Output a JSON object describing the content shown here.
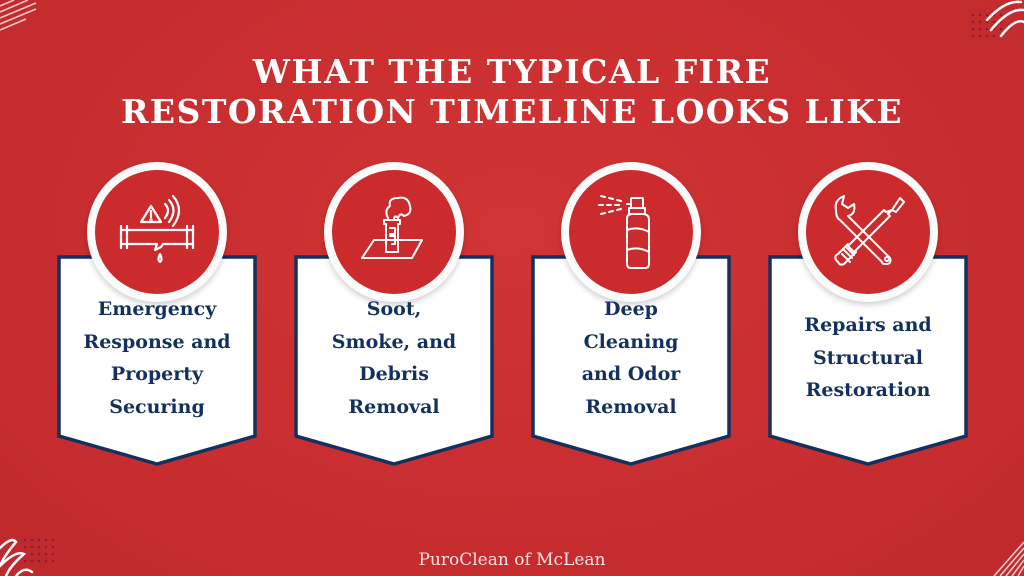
{
  "header": {
    "title_line1": "WHAT THE TYPICAL FIRE",
    "title_line2": "RESTORATION TIMELINE LOOKS LIKE"
  },
  "colors": {
    "background": "#c92d2f",
    "card_border": "#14305e",
    "card_fill": "#ffffff",
    "icon_circle": "#cc2b2d",
    "text_navy": "#14305e"
  },
  "steps": [
    {
      "icon": "leaking-pipe-warning-icon",
      "label": "Emergency Response and Property Securing",
      "lines": [
        "Emergency",
        "Response and",
        "Property",
        "Securing"
      ]
    },
    {
      "icon": "chimney-smoke-icon",
      "label": "Soot, Smoke, and Debris Removal",
      "lines": [
        "Soot,",
        "Smoke, and",
        "Debris",
        "Removal"
      ]
    },
    {
      "icon": "spray-bottle-icon",
      "label": "Deep Cleaning and Odor Removal",
      "lines": [
        "Deep",
        "Cleaning",
        "and Odor",
        "Removal"
      ]
    },
    {
      "icon": "wrench-screwdriver-icon",
      "label": "Repairs and Structural Restoration",
      "lines": [
        "Repairs and",
        "Structural",
        "Restoration"
      ]
    }
  ],
  "footer": {
    "brand": "PuroClean of McLean"
  }
}
